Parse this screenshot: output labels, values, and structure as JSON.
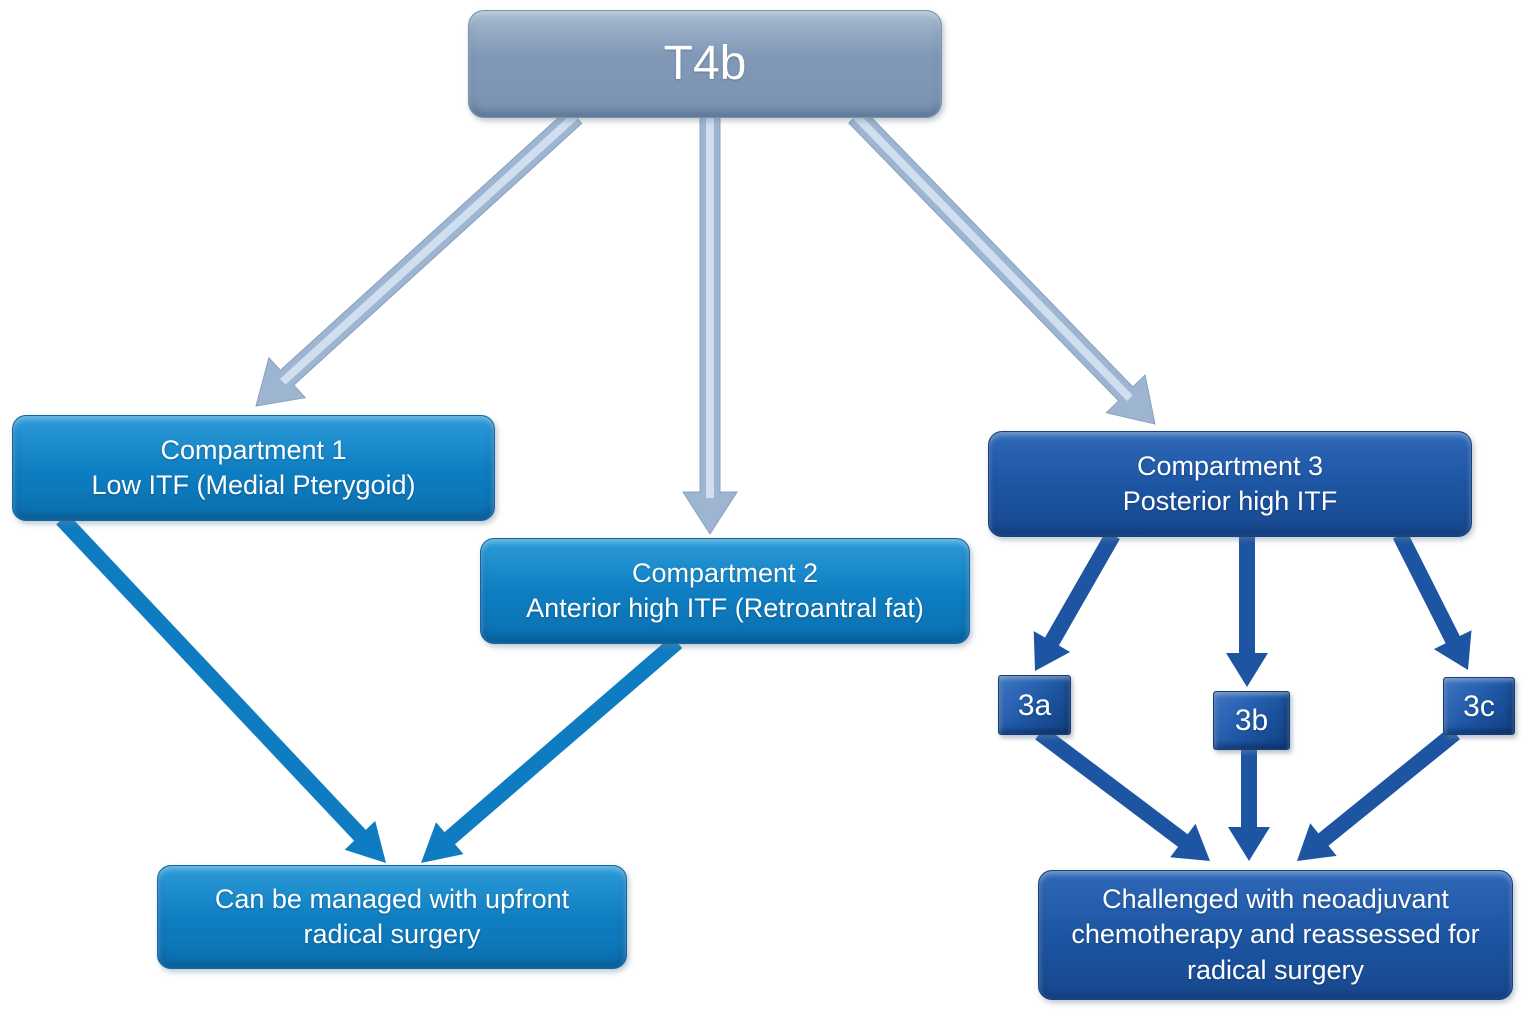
{
  "diagram": {
    "nodes": {
      "t4b": {
        "label": "T4b"
      },
      "compartment1": {
        "line1": "Compartment 1",
        "line2": "Low ITF (Medial Pterygoid)"
      },
      "compartment2": {
        "line1": "Compartment 2",
        "line2": "Anterior high ITF (Retroantral fat)"
      },
      "compartment3": {
        "line1": "Compartment 3",
        "line2": "Posterior high ITF"
      },
      "sub3a": {
        "label": "3a"
      },
      "sub3b": {
        "label": "3b"
      },
      "sub3c": {
        "label": "3c"
      },
      "outcome_upfront": {
        "label": "Can be managed with upfront radical surgery"
      },
      "outcome_neoadjuvant": {
        "label": "Challenged with neoadjuvant chemotherapy and reassessed for radical surgery"
      }
    },
    "edges": [
      {
        "from": "T4b",
        "to": "Compartment 1"
      },
      {
        "from": "T4b",
        "to": "Compartment 2"
      },
      {
        "from": "T4b",
        "to": "Compartment 3"
      },
      {
        "from": "Compartment 1",
        "to": "Can be managed with upfront radical surgery"
      },
      {
        "from": "Compartment 2",
        "to": "Can be managed with upfront radical surgery"
      },
      {
        "from": "Compartment 3",
        "to": "3a"
      },
      {
        "from": "Compartment 3",
        "to": "3b"
      },
      {
        "from": "Compartment 3",
        "to": "3c"
      },
      {
        "from": "3a",
        "to": "Challenged with neoadjuvant chemotherapy and reassessed for radical surgery"
      },
      {
        "from": "3b",
        "to": "Challenged with neoadjuvant chemotherapy and reassessed for radical surgery"
      },
      {
        "from": "3c",
        "to": "Challenged with neoadjuvant chemotherapy and reassessed for radical surgery"
      }
    ],
    "colors": {
      "root_gray_blue": "#8199b7",
      "bright_blue": "#0e7ec2",
      "dark_blue": "#1c55a2",
      "light_arrow_fill": "#9db5d1",
      "light_arrow_highlight": "#cfdff0",
      "light_arrow_edge": "#87a2c0",
      "blue_arrow": "#0f7cc2",
      "dark_arrow": "#1d55a3"
    }
  }
}
